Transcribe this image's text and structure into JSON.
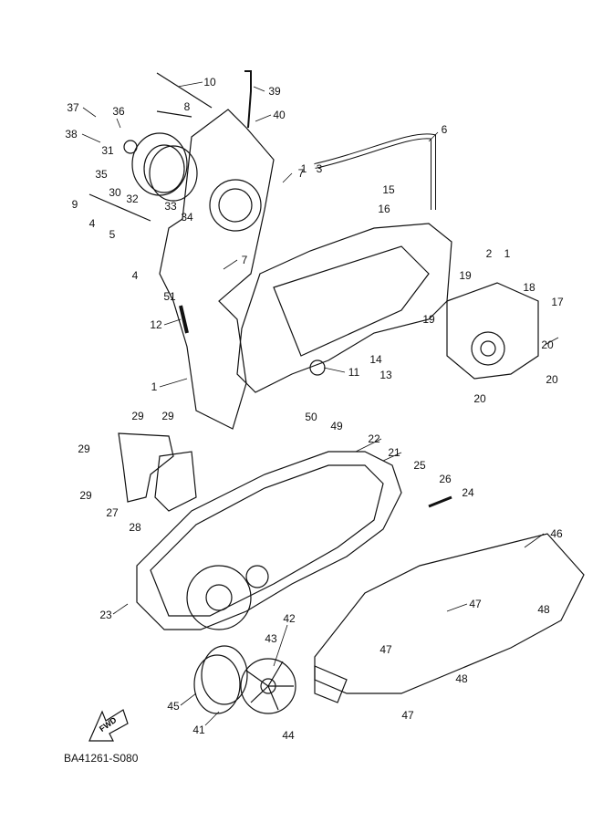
{
  "diagram_code": "BA41261-S080",
  "direction_marker": "FWD",
  "callouts": [
    {
      "id": "c10",
      "text": "10"
    },
    {
      "id": "c39",
      "text": "39"
    },
    {
      "id": "c8",
      "text": "8"
    },
    {
      "id": "c40",
      "text": "40"
    },
    {
      "id": "c37",
      "text": "37"
    },
    {
      "id": "c36",
      "text": "36"
    },
    {
      "id": "c38",
      "text": "38"
    },
    {
      "id": "c31",
      "text": "31"
    },
    {
      "id": "c35",
      "text": "35"
    },
    {
      "id": "c30",
      "text": "30"
    },
    {
      "id": "c32",
      "text": "32"
    },
    {
      "id": "c33",
      "text": "33"
    },
    {
      "id": "c34",
      "text": "34"
    },
    {
      "id": "c9",
      "text": "9"
    },
    {
      "id": "c4a",
      "text": "4"
    },
    {
      "id": "c5",
      "text": "5"
    },
    {
      "id": "c7a",
      "text": "7"
    },
    {
      "id": "c7b",
      "text": "7"
    },
    {
      "id": "c4b",
      "text": "4"
    },
    {
      "id": "c51",
      "text": "51"
    },
    {
      "id": "c12",
      "text": "12"
    },
    {
      "id": "c1",
      "text": "1"
    },
    {
      "id": "c6",
      "text": "6"
    },
    {
      "id": "c1_3",
      "text": "1"
    },
    {
      "id": "c3",
      "text": "3"
    },
    {
      "id": "c15",
      "text": "15"
    },
    {
      "id": "c16",
      "text": "16"
    },
    {
      "id": "c2",
      "text": "2"
    },
    {
      "id": "c2_1",
      "text": "1"
    },
    {
      "id": "c19a",
      "text": "19"
    },
    {
      "id": "c18",
      "text": "18"
    },
    {
      "id": "c17",
      "text": "17"
    },
    {
      "id": "c19b",
      "text": "19"
    },
    {
      "id": "c20a",
      "text": "20"
    },
    {
      "id": "c20b",
      "text": "20"
    },
    {
      "id": "c20c",
      "text": "20"
    },
    {
      "id": "c14",
      "text": "14"
    },
    {
      "id": "c13",
      "text": "13"
    },
    {
      "id": "c11",
      "text": "11"
    },
    {
      "id": "c50",
      "text": "50"
    },
    {
      "id": "c49",
      "text": "49"
    },
    {
      "id": "c22",
      "text": "22"
    },
    {
      "id": "c21",
      "text": "21"
    },
    {
      "id": "c29a",
      "text": "29"
    },
    {
      "id": "c29b",
      "text": "29"
    },
    {
      "id": "c29c",
      "text": "29"
    },
    {
      "id": "c29d",
      "text": "29"
    },
    {
      "id": "c25",
      "text": "25"
    },
    {
      "id": "c26",
      "text": "26"
    },
    {
      "id": "c24",
      "text": "24"
    },
    {
      "id": "c27",
      "text": "27"
    },
    {
      "id": "c28",
      "text": "28"
    },
    {
      "id": "c46",
      "text": "46"
    },
    {
      "id": "c23",
      "text": "23"
    },
    {
      "id": "c42",
      "text": "42"
    },
    {
      "id": "c47a",
      "text": "47"
    },
    {
      "id": "c48a",
      "text": "48"
    },
    {
      "id": "c43",
      "text": "43"
    },
    {
      "id": "c47b",
      "text": "47"
    },
    {
      "id": "c48b",
      "text": "48"
    },
    {
      "id": "c45",
      "text": "45"
    },
    {
      "id": "c41",
      "text": "41"
    },
    {
      "id": "c47c",
      "text": "47"
    },
    {
      "id": "c44",
      "text": "44"
    }
  ]
}
